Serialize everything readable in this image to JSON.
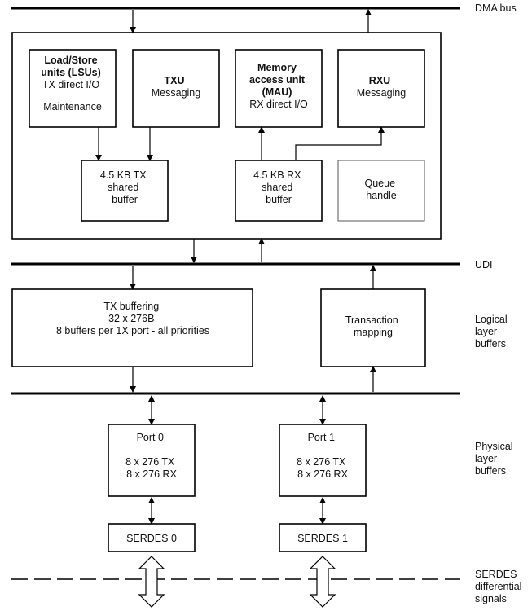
{
  "side_labels": {
    "dma_bus": "DMA bus",
    "udi": "UDI",
    "logical": [
      "Logical",
      "layer",
      "buffers"
    ],
    "physical": [
      "Physical",
      "layer",
      "buffers"
    ],
    "serdes_signals": [
      "SERDES",
      "differential",
      "signals"
    ]
  },
  "blocks": {
    "lsu": {
      "bold": [
        "Load/Store",
        "units (LSUs)"
      ],
      "lines": [
        "TX direct I/O",
        "",
        "Maintenance"
      ]
    },
    "txu": {
      "bold": [
        "TXU"
      ],
      "lines": [
        "Messaging"
      ]
    },
    "mau": {
      "bold": [
        "Memory",
        "access unit",
        "(MAU)"
      ],
      "lines": [
        "RX direct I/O"
      ]
    },
    "rxu": {
      "bold": [
        "RXU"
      ],
      "lines": [
        "Messaging"
      ]
    },
    "tx_shared": {
      "lines": [
        "4.5 KB TX",
        "shared",
        "buffer"
      ]
    },
    "rx_shared": {
      "lines": [
        "4.5 KB RX",
        "shared",
        "buffer"
      ]
    },
    "queue": {
      "lines": [
        "Queue",
        "handle"
      ]
    },
    "tx_buffering": {
      "lines": [
        "TX buffering",
        "32 x 276B",
        "8 buffers per 1X port - all priorities"
      ]
    },
    "transaction": {
      "lines": [
        "Transaction",
        "mapping"
      ]
    },
    "port0": {
      "lines": [
        "Port 0",
        "",
        "8 x 276 TX",
        "8 x 276 RX"
      ]
    },
    "port1": {
      "lines": [
        "Port 1",
        "",
        "8 x 276 TX",
        "8 x 276 RX"
      ]
    },
    "serdes0": {
      "lines": [
        "SERDES 0"
      ]
    },
    "serdes1": {
      "lines": [
        "SERDES 1"
      ]
    }
  },
  "colors": {
    "line": "#000000",
    "background": "#ffffff",
    "faint_border": "#555555"
  }
}
